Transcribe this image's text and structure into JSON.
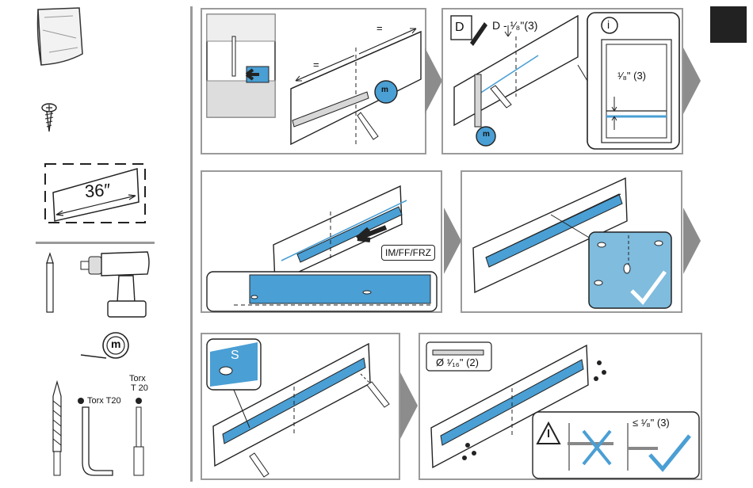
{
  "sidebar": {
    "board_length_label": "36″",
    "tape_letter": "m",
    "torx_label_side": "Torx T20",
    "torx_label_top_line1": "Torx",
    "torx_label_top_line2": "T 20"
  },
  "steps": {
    "step1": {
      "equal_left": "=",
      "equal_right": "=",
      "tape_letter": "m"
    },
    "step2": {
      "document_letter": "D",
      "dimension_label": "D - ¹⁄₈\"(3)",
      "tape_letter": "m",
      "info_symbol": "i",
      "info_dimension": "¹⁄₈\" (3)"
    },
    "step3": {
      "model_label": "IM/FF/FRZ"
    },
    "step5": {
      "detail_letter": "S"
    },
    "step6": {
      "drill_bit_label": "Ø ¹⁄₁₆\" (2)",
      "depth_label": "≤ ¹⁄₈\" (3)"
    }
  }
}
